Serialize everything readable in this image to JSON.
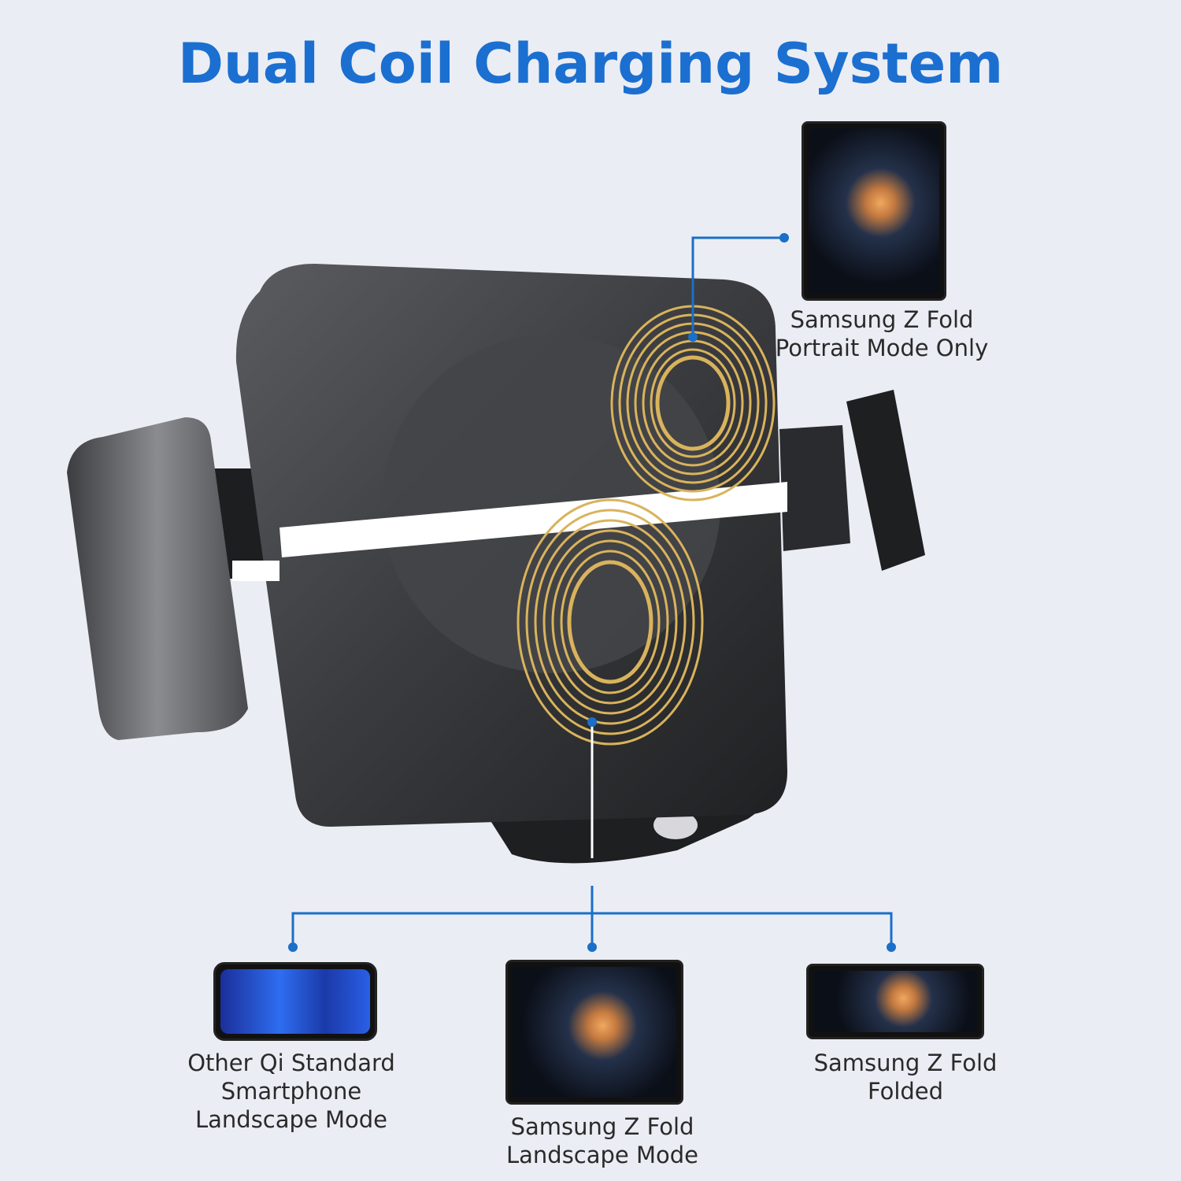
{
  "title": "Dual Coil Charging System",
  "labels": {
    "portrait": [
      "Samsung Z Fold",
      "Portrait Mode Only"
    ],
    "qi": [
      "Other Qi Standard",
      "Smartphone",
      "Landscape Mode"
    ],
    "fold_landscape": [
      "Samsung Z Fold",
      "Landscape Mode"
    ],
    "folded": [
      "Samsung Z Fold",
      "Folded"
    ]
  },
  "colors": {
    "accent": "#1b6fd0",
    "line": "#1a6fc8",
    "coil": "#d9b35c",
    "background": "#ebedf4"
  }
}
